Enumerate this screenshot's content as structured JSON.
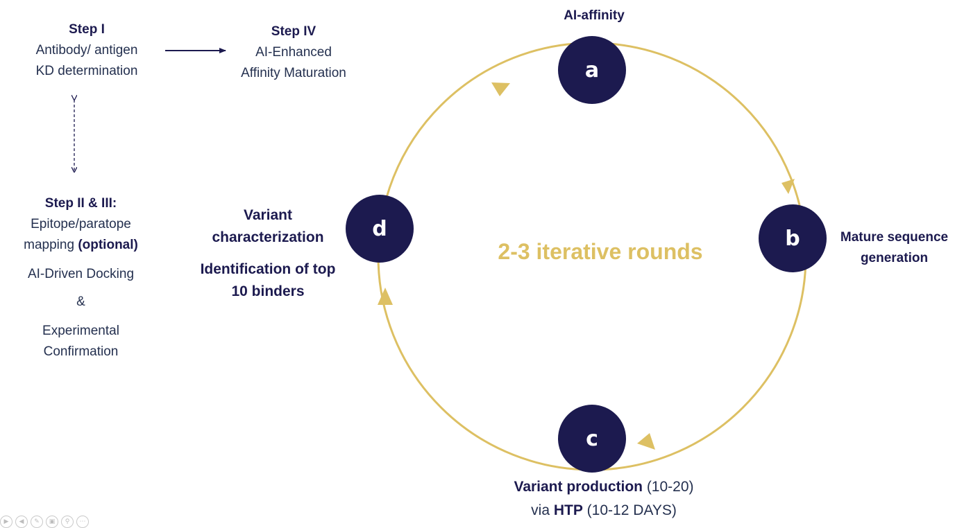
{
  "step1": {
    "title": "Step I",
    "line1": "Antibody/ antigen",
    "line2": "KD determination"
  },
  "step4": {
    "title": "Step IV",
    "line1": "AI-Enhanced",
    "line2": "Affinity Maturation"
  },
  "step23": {
    "title": "Step II & III:",
    "line1": "Epitope/paratope",
    "line2_prefix": "mapping ",
    "line2_bold": "(optional)",
    "line3": "AI-Driven Docking",
    "line4": "&",
    "line5": "Experimental",
    "line6": "Confirmation"
  },
  "cycle": {
    "center_label": "2-3 iterative rounds",
    "nodes": {
      "a": "a",
      "b": "b",
      "c": "c",
      "d": "d"
    },
    "label_a": "AI-affinity",
    "label_b_line1": "Mature sequence",
    "label_b_line2": "generation",
    "label_c_line1_bold": "Variant production",
    "label_c_line1_rest": " (10-20)",
    "label_c_line2_prefix": "via ",
    "label_c_line2_bold": "HTP",
    "label_c_line2_rest": " (10-12 DAYS)",
    "label_d_line1": "Variant",
    "label_d_line2": "characterization",
    "label_d_line3": "Identification of top",
    "label_d_line4": "10 binders"
  },
  "colors": {
    "navy": "#1c1a4f",
    "gold": "#ddc063",
    "text": "#24304f"
  },
  "controls": [
    "play-icon",
    "back-icon",
    "pen-icon",
    "slides-icon",
    "zoom-icon",
    "more-icon"
  ]
}
